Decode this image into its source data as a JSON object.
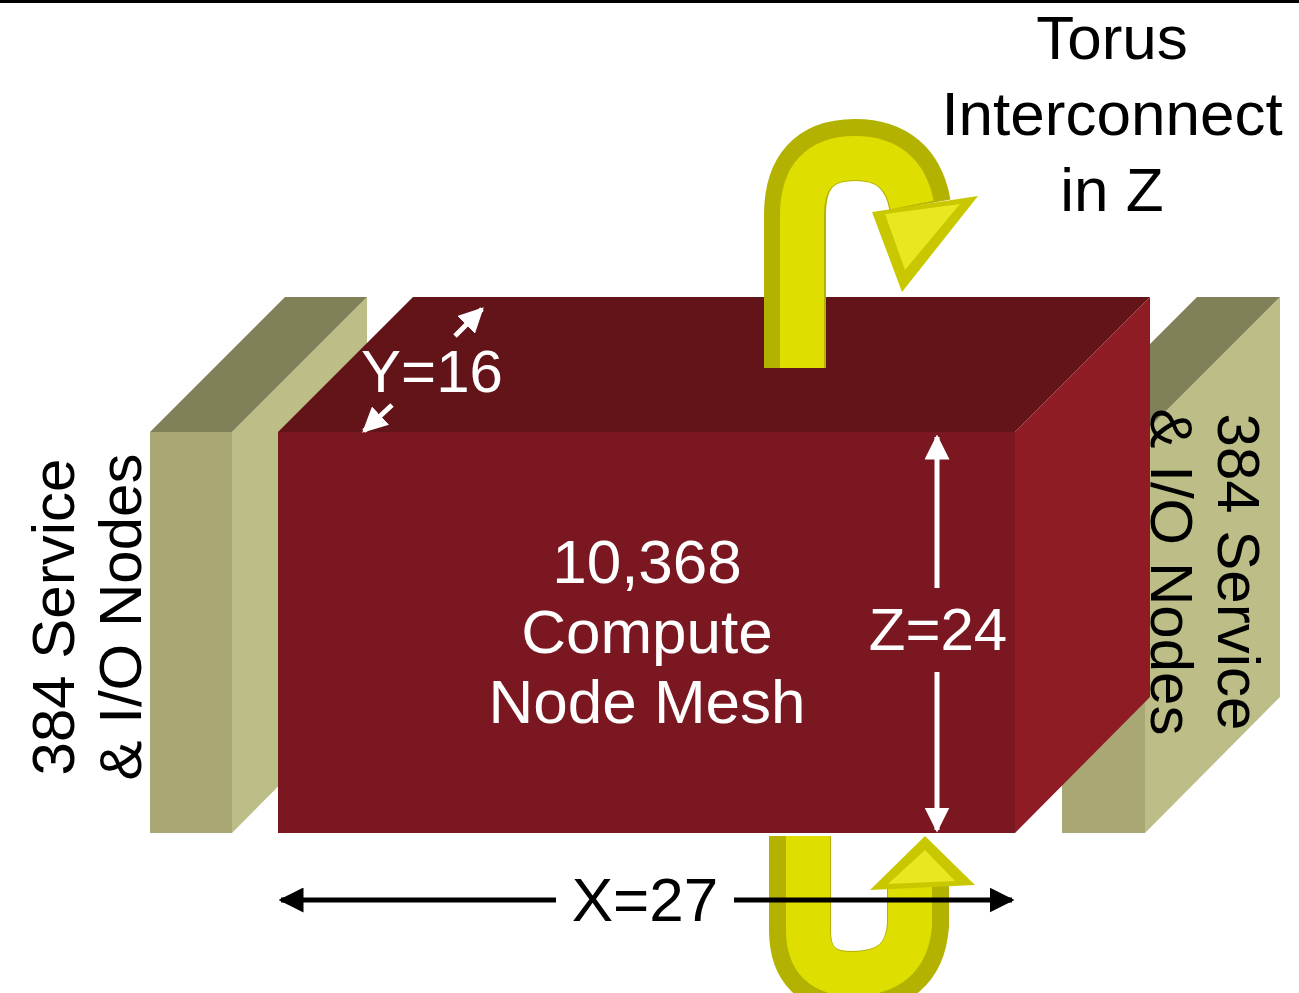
{
  "diagram": {
    "nodes": [
      {
        "text": [
          "384 Service & I/O Nodes"
        ]
      },
      {
        "text": [
          "10,368 Compute Node Mesh"
        ]
      },
      {
        "text": [
          "384 Service & I/O Nodes"
        ]
      }
    ],
    "labels": [
      "Torus Interconnect in Z",
      "Y=16",
      "Z=24",
      "X=27"
    ]
  }
}
